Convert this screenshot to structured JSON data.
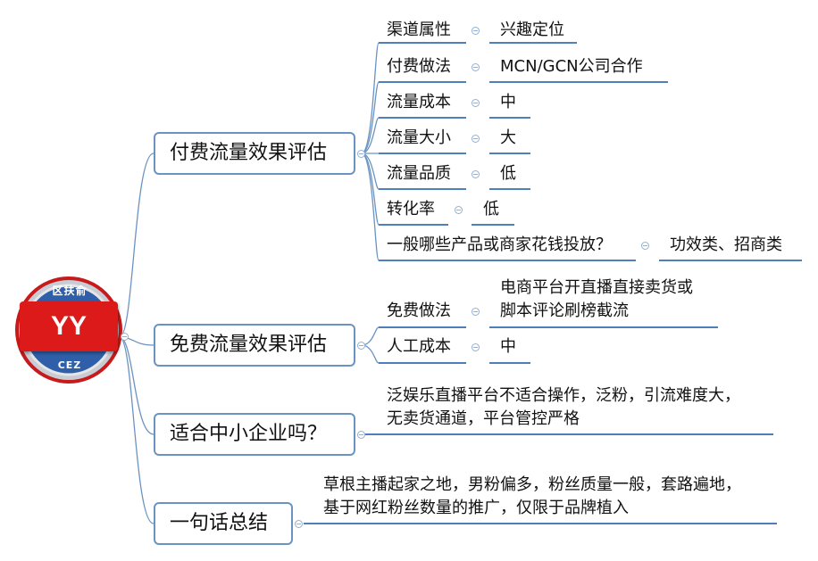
{
  "root": {
    "label": "YY",
    "seal_text": "区扶俞",
    "seal_bottom": "CEZ"
  },
  "branches": [
    {
      "label": "付费流量效果评估",
      "rows": [
        {
          "key": "渠道属性",
          "value": "兴趣定位"
        },
        {
          "key": "付费做法",
          "value": "MCN/GCN公司合作"
        },
        {
          "key": "流量成本",
          "value": "中"
        },
        {
          "key": "流量大小",
          "value": "大"
        },
        {
          "key": "流量品质",
          "value": "低"
        },
        {
          "key": "转化率",
          "value": "低"
        },
        {
          "key": "一般哪些产品或商家花钱投放？",
          "value": "功效类、招商类"
        }
      ]
    },
    {
      "label": "免费流量效果评估",
      "rows": [
        {
          "key": "免费做法",
          "value": "电商平台开直播直接卖货或\n脚本评论刷榜截流"
        },
        {
          "key": "人工成本",
          "value": "中"
        }
      ]
    },
    {
      "label": "适合中小企业吗？",
      "text": "泛娱乐直播平台不适合操作，泛粉，引流难度大，\n无卖货通道，平台管控严格"
    },
    {
      "label": "一句话总结",
      "text": "草根主播起家之地，男粉偏多，粉丝质量一般，套路遍地，\n基于网红粉丝数量的推广，仅限于品牌植入"
    }
  ]
}
